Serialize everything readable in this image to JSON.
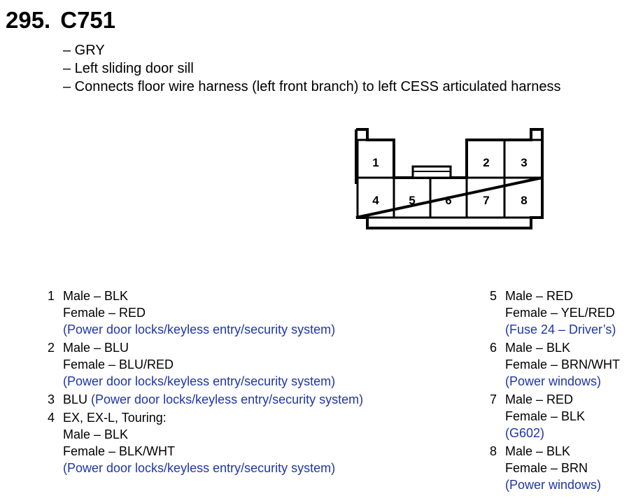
{
  "header": {
    "number": "295.",
    "connector": "C751"
  },
  "info": [
    "– GRY",
    "– Left sliding door sill",
    "– Connects floor wire harness (left front branch) to left CESS articulated harness"
  ],
  "diagram": {
    "cavities": [
      "1",
      "2",
      "3",
      "4",
      "5",
      "6",
      "7",
      "8"
    ]
  },
  "pins_left": [
    {
      "num": "1",
      "lines": [
        "Male – BLK",
        "Female – RED"
      ],
      "circuit": "(Power door locks/keyless entry/security system)"
    },
    {
      "num": "2",
      "lines": [
        "Male – BLU",
        "Female – BLU/RED"
      ],
      "circuit": "(Power door locks/keyless entry/security system)"
    },
    {
      "num": "3",
      "inline": "BLU",
      "circuit": "(Power door locks/keyless entry/security system)"
    },
    {
      "num": "4",
      "lines": [
        "EX, EX-L, Touring:",
        "Male – BLK",
        "Female – BLK/WHT"
      ],
      "circuit": "(Power door locks/keyless entry/security system)"
    }
  ],
  "pins_right": [
    {
      "num": "5",
      "lines": [
        "Male – RED",
        "Female – YEL/RED"
      ],
      "circuit": "(Fuse 24 – Driver’s)"
    },
    {
      "num": "6",
      "lines": [
        "Male – BLK",
        "Female – BRN/WHT"
      ],
      "circuit": "(Power windows)"
    },
    {
      "num": "7",
      "lines": [
        "Male – RED",
        "Female – BLK"
      ],
      "circuit": "(G602)"
    },
    {
      "num": "8",
      "lines": [
        "Male – BLK",
        "Female – BRN"
      ],
      "circuit": "(Power windows)"
    }
  ],
  "colors": {
    "circuit_text": "#1f35a8",
    "text": "#000000"
  }
}
